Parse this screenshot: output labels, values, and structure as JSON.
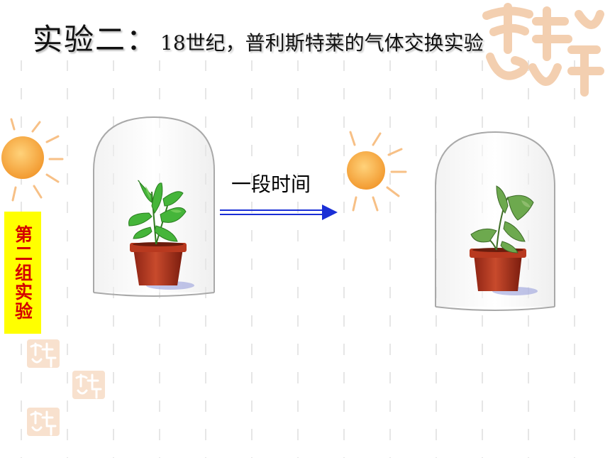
{
  "slide": {
    "title_main": "实验二：",
    "title_sub": "18世纪，普利斯特莱的气体交换实验",
    "time_label": "一段时间",
    "group_label": "第二组实验"
  },
  "icons": {
    "sun": "sun-icon",
    "arrow": "double-arrow-right-icon",
    "bell_jar": "bell-jar-icon",
    "plant_healthy": "potted-plant-healthy",
    "plant_wilted": "potted-plant-wilted",
    "seal": "decorative-seal-stamp"
  },
  "colors": {
    "sun": "#f5a23c",
    "sun_rays": "#f9c98f",
    "arrow": "#1a2fd6",
    "badge_bg": "#ffff00",
    "badge_text": "#d40000",
    "pot": "#b3321d",
    "leaf": "#3fae3a",
    "seal": "#f2c7a4"
  }
}
